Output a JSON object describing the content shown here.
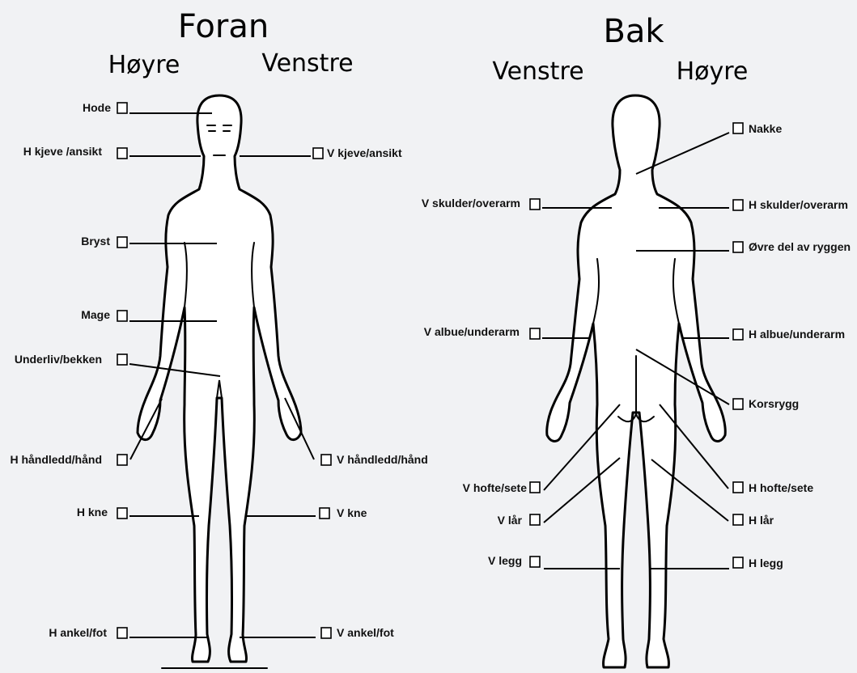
{
  "front": {
    "title": "Foran",
    "side_left": "Høyre",
    "side_right": "Venstre",
    "regions": [
      {
        "id": "hode",
        "label": "Hode",
        "checked": false
      },
      {
        "id": "h-kjeve",
        "label": "H kjeve /ansikt",
        "checked": false
      },
      {
        "id": "v-kjeve",
        "label": "V kjeve/ansikt",
        "checked": false
      },
      {
        "id": "bryst",
        "label": "Bryst",
        "checked": false
      },
      {
        "id": "mage",
        "label": "Mage",
        "checked": false
      },
      {
        "id": "underliv",
        "label": "Underliv/bekken",
        "checked": false
      },
      {
        "id": "h-handledd",
        "label": "H håndledd/hånd",
        "checked": false
      },
      {
        "id": "v-handledd",
        "label": "V håndledd/hånd",
        "checked": false
      },
      {
        "id": "h-kne",
        "label": "H kne",
        "checked": false
      },
      {
        "id": "v-kne",
        "label": "V kne",
        "checked": false
      },
      {
        "id": "h-ankel",
        "label": "H ankel/fot",
        "checked": false
      },
      {
        "id": "v-ankel",
        "label": "V ankel/fot",
        "checked": false
      }
    ]
  },
  "back": {
    "title": "Bak",
    "side_left": "Venstre",
    "side_right": "Høyre",
    "regions": [
      {
        "id": "nakke",
        "label": "Nakke",
        "checked": false
      },
      {
        "id": "v-skulder",
        "label": "V skulder/overarm",
        "checked": false
      },
      {
        "id": "h-skulder",
        "label": "H skulder/overarm",
        "checked": false
      },
      {
        "id": "ovre-rygg",
        "label": "Øvre del av ryggen",
        "checked": false
      },
      {
        "id": "v-albue",
        "label": "V albue/underarm",
        "checked": false
      },
      {
        "id": "h-albue",
        "label": "H albue/underarm",
        "checked": false
      },
      {
        "id": "korsrygg",
        "label": "Korsrygg",
        "checked": false
      },
      {
        "id": "v-hofte",
        "label": "V hofte/sete",
        "checked": false
      },
      {
        "id": "h-hofte",
        "label": "H hofte/sete",
        "checked": false
      },
      {
        "id": "v-lar",
        "label": "V lår",
        "checked": false
      },
      {
        "id": "h-lar",
        "label": "H lår",
        "checked": false
      },
      {
        "id": "v-legg",
        "label": "V legg",
        "checked": false
      },
      {
        "id": "h-legg",
        "label": "H legg",
        "checked": false
      }
    ]
  }
}
